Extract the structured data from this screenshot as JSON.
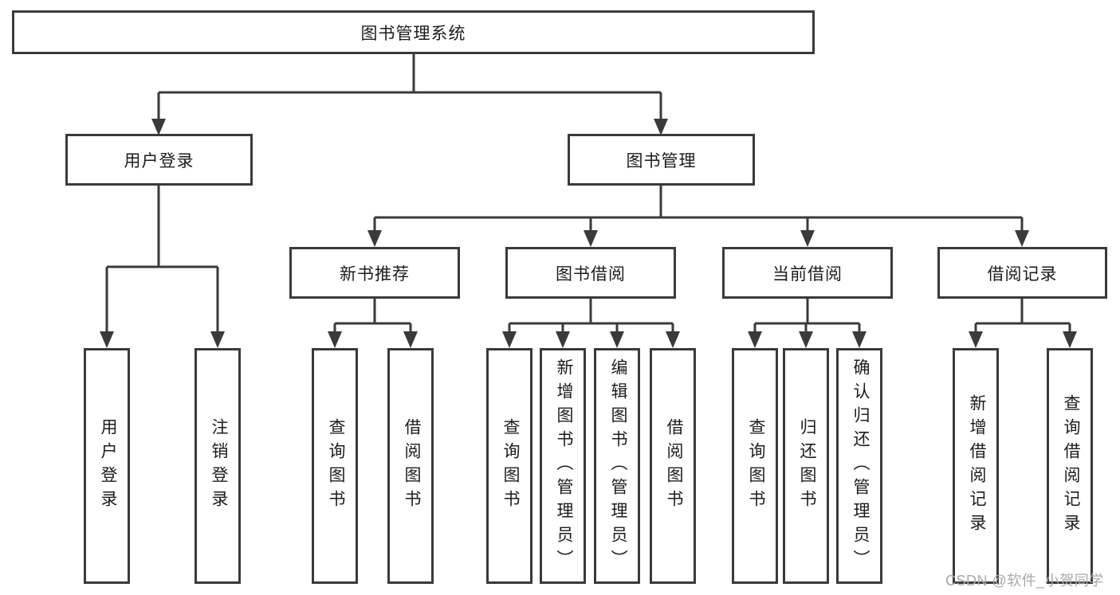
{
  "diagram": {
    "root": "图书管理系统",
    "user_login": {
      "label": "用户登录",
      "children": [
        "用户登录",
        "注销登录"
      ]
    },
    "book_management": {
      "label": "图书管理",
      "modules": [
        {
          "label": "新书推荐",
          "children": [
            "查询图书",
            "借阅图书"
          ]
        },
        {
          "label": "图书借阅",
          "children": [
            "查询图书",
            "新增图书（管理员）",
            "编辑图书（管理员）",
            "借阅图书"
          ]
        },
        {
          "label": "当前借阅",
          "children": [
            "查询图书",
            "归还图书",
            "确认归还（管理员）"
          ]
        },
        {
          "label": "借阅记录",
          "children": [
            "新增借阅记录",
            "查询借阅记录"
          ]
        }
      ]
    }
  },
  "watermark": "CSDN @软件_小贺同学",
  "colors": {
    "line": "#3a3a3a",
    "text": "#1c1c1c",
    "watermark": "#a9a9a9",
    "background": "#ffffff"
  }
}
